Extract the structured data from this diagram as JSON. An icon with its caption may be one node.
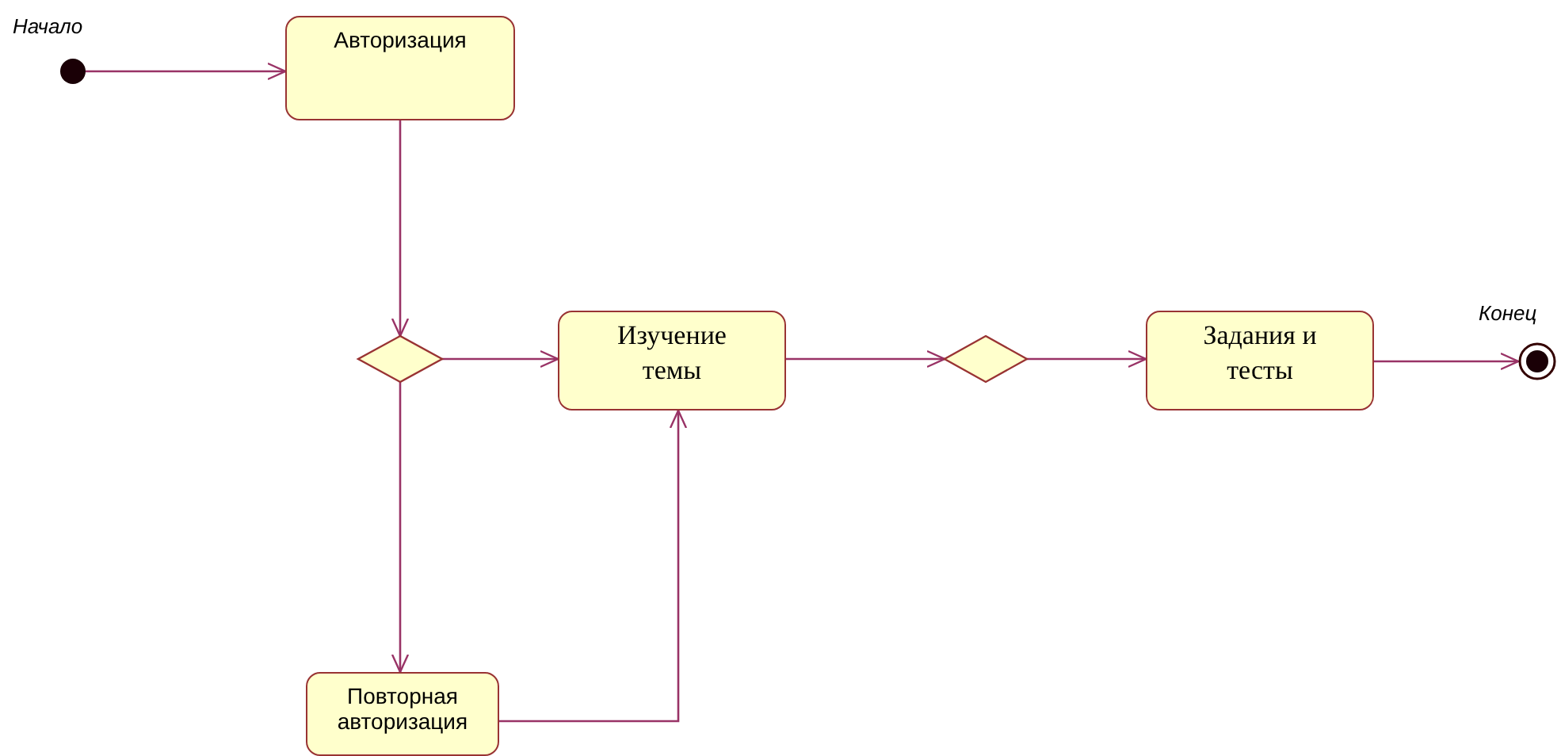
{
  "diagram": {
    "nodes": [
      {
        "text": [],
        "shape": "circle",
        "beside": [
          "Начало"
        ]
      },
      {
        "text": [
          "Авторизация"
        ]
      },
      {
        "text": [],
        "shape": "diamond"
      },
      {
        "text": [
          "Изучение темы"
        ]
      },
      {
        "text": [],
        "shape": "diamond"
      },
      {
        "text": [
          "Задания и тесты"
        ]
      },
      {
        "text": [],
        "shape": "circle",
        "beside": [
          "Конец"
        ]
      },
      {
        "text": [
          "Повторная авторизация"
        ]
      }
    ],
    "edges": [
      {
        "from": 0,
        "to": 1,
        "arrow": "to"
      },
      {
        "from": 1,
        "to": 2,
        "arrow": "to"
      },
      {
        "from": 2,
        "to": 3,
        "arrow": "to"
      },
      {
        "from": 2,
        "to": 7,
        "arrow": "to"
      },
      {
        "from": 7,
        "to": 3,
        "arrow": "to"
      },
      {
        "from": 3,
        "to": 4,
        "arrow": "to"
      },
      {
        "from": 4,
        "to": 5,
        "arrow": "to"
      },
      {
        "from": 5,
        "to": 6,
        "arrow": "to"
      }
    ]
  }
}
